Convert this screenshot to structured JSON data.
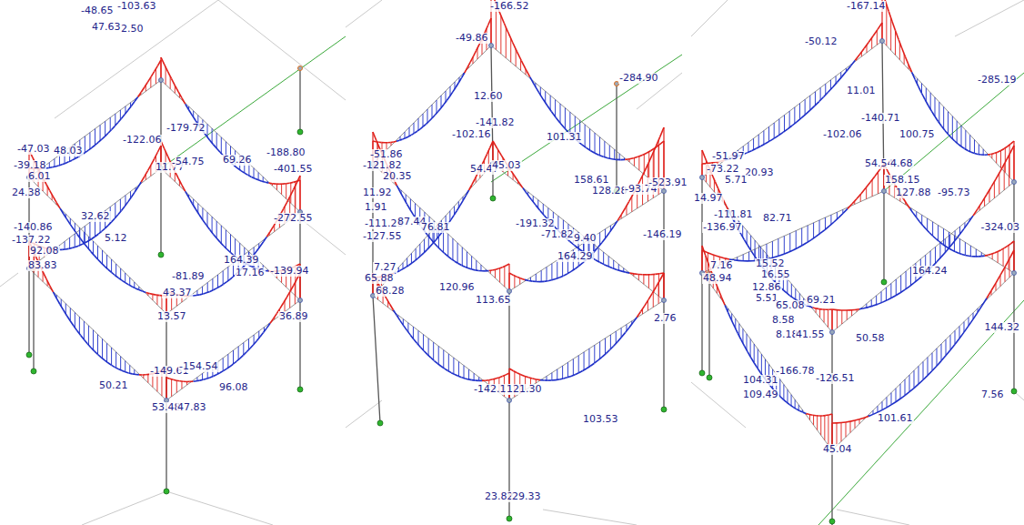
{
  "diagram": {
    "labels": [
      "-48.65",
      "-103.63",
      "47.63",
      "2.50",
      "-47.03",
      "-39.18",
      "48.03",
      "6.01",
      "24.38",
      "-179.72",
      "-122.06",
      "11.77",
      "54.75",
      "69.26",
      "-188.80",
      "-401.55",
      "-140.86",
      "32.62",
      "-137.22",
      "5.12",
      "-272.55",
      "92.08",
      "83.83",
      "-81.89",
      "164.39",
      "17.16",
      "-139.94",
      "43.37",
      "13.57",
      "36.89",
      "50.21",
      "-149.61",
      "-154.54",
      "96.08",
      "53.48",
      "47.83",
      "-166.52",
      "-49.86",
      "12.60",
      "101.31",
      "-284.90",
      "158.61",
      "128.28",
      "-93.74",
      "-51.86",
      "-121.82",
      "20.35",
      "11.92",
      "1.91",
      "-141.82",
      "-102.16",
      "54.47",
      "45.03",
      "-111.25",
      "-127.55",
      "87.44",
      "76.81",
      "-191.32",
      "-71.82",
      "9.40",
      "-523.91",
      "-146.19",
      "120.96",
      "113.65",
      "164.29",
      "7.27",
      "65.88",
      "68.28",
      "2.76",
      "-142.11",
      "121.30",
      "103.53",
      "23.82",
      "29.33",
      "-167.14",
      "-50.12",
      "11.01",
      "100.75",
      "158.15",
      "-285.19",
      "127.88",
      "-95.73",
      "-51.97",
      "-73.22",
      "20.93",
      "5.71",
      "-140.71",
      "-102.06",
      "54.54",
      "4.68",
      "14.97",
      "82.71",
      "-111.81",
      "-136.97",
      "7.16",
      "15.52",
      "16.55",
      "12.86",
      "5.51",
      "48.94",
      "65.08",
      "69.21",
      "164.24",
      "-324.03",
      "50.58",
      "144.32",
      "8.58",
      "8.18",
      "41.55",
      "104.31",
      "109.49",
      "-166.78",
      "-126.51",
      "101.61",
      "45.04",
      "7.56"
    ]
  }
}
